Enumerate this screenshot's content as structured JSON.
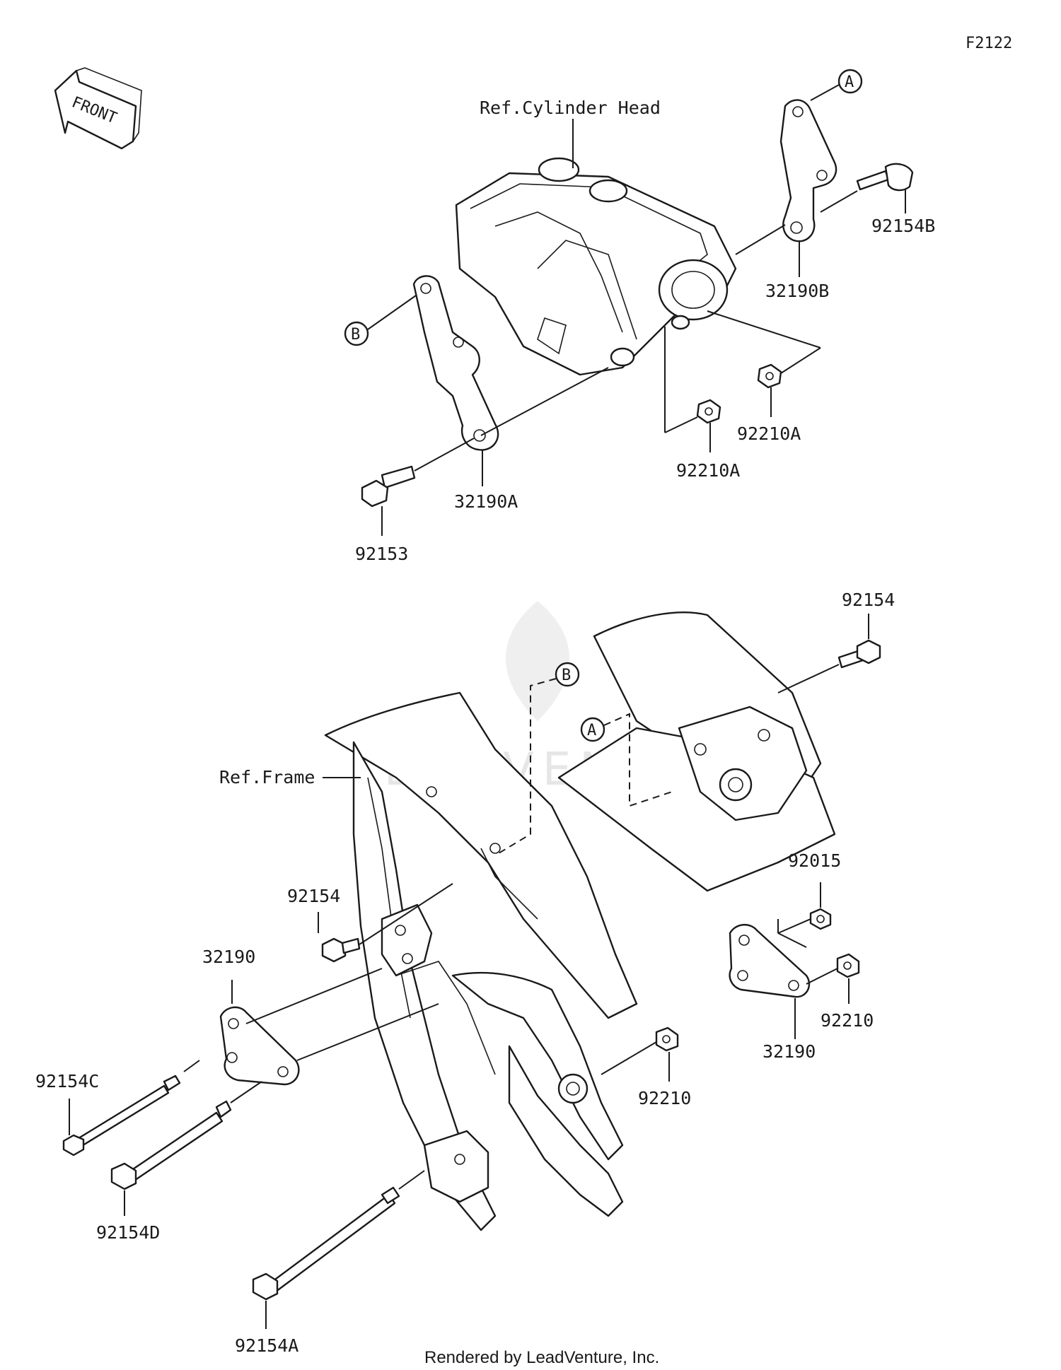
{
  "figure_code": "F2122",
  "front_label": "FRONT",
  "references": {
    "cylinder_head": "Ref.Cylinder Head",
    "frame": "Ref.Frame"
  },
  "callouts": {
    "a": "A",
    "b": "B"
  },
  "parts": {
    "p92154B": "92154B",
    "p32190B": "32190B",
    "p92210A_upper": "92210A",
    "p92210A_lower": "92210A",
    "p32190A": "32190A",
    "p92153": "92153",
    "p92154_top": "92154",
    "p92154_mid": "92154",
    "p92015": "92015",
    "p32190_left": "32190",
    "p32190_right": "32190",
    "p92210_right": "92210",
    "p92210_center": "92210",
    "p92154C": "92154C",
    "p92154D": "92154D",
    "p92154A": "92154A"
  },
  "watermark": "LEADVENTURE",
  "footer": "Rendered by LeadVenture, Inc."
}
